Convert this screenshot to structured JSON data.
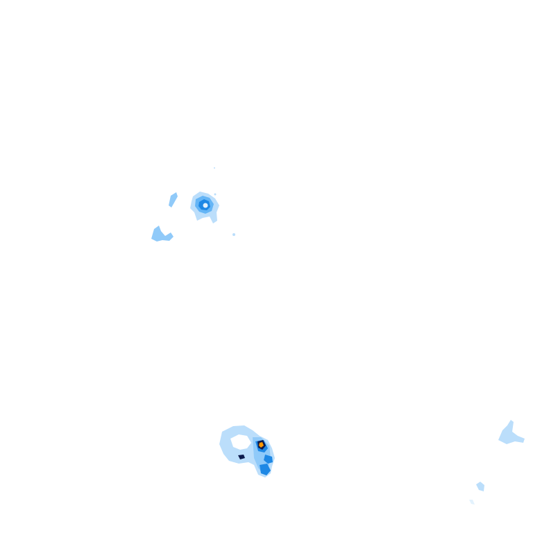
{
  "map": {
    "background_color": "#ffffff",
    "overlay_type": "precipitation-radar",
    "legend_visible": false,
    "labels_visible": false,
    "color_scale": [
      "#e3f2fd",
      "#bbdefb",
      "#90caf9",
      "#64b5f6",
      "#42a5f5",
      "#1e88e5",
      "#1565c0",
      "#0d1b4d",
      "#ff9800"
    ],
    "intensity_levels": [
      "very-light",
      "light",
      "light-moderate",
      "moderate",
      "moderate-heavy",
      "heavy",
      "very-heavy",
      "extreme",
      "hail-core"
    ]
  }
}
